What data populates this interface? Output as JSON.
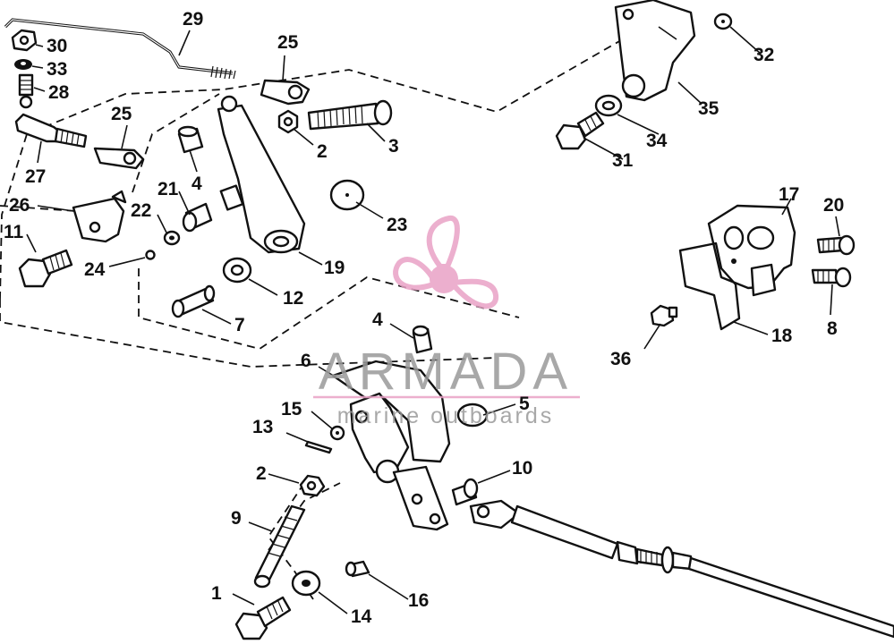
{
  "watermark": {
    "brand": "ARMADA",
    "tagline": "marine outboards",
    "accent_color": "#e9a2c6",
    "text_color": "#9a9a9a",
    "icon": "propeller-logo-icon"
  },
  "callouts": {
    "c29": "29",
    "c25a": "25",
    "c30": "30",
    "c33": "33",
    "c28": "28",
    "c25b": "25",
    "c27": "27",
    "c26": "26",
    "c11": "11",
    "c4a": "4",
    "c21": "21",
    "c22": "22",
    "c24": "24",
    "c2a": "2",
    "c3": "3",
    "c23": "23",
    "c19": "19",
    "c12": "12",
    "c7": "7",
    "c32": "32",
    "c35": "35",
    "c34": "34",
    "c31": "31",
    "c17": "17",
    "c20": "20",
    "c8": "8",
    "c18": "18",
    "c36": "36",
    "c4b": "4",
    "c6": "6",
    "c5": "5",
    "c15": "15",
    "c13": "13",
    "c2b": "2",
    "c10": "10",
    "c9": "9",
    "c1": "1",
    "c14": "14",
    "c16": "16"
  }
}
